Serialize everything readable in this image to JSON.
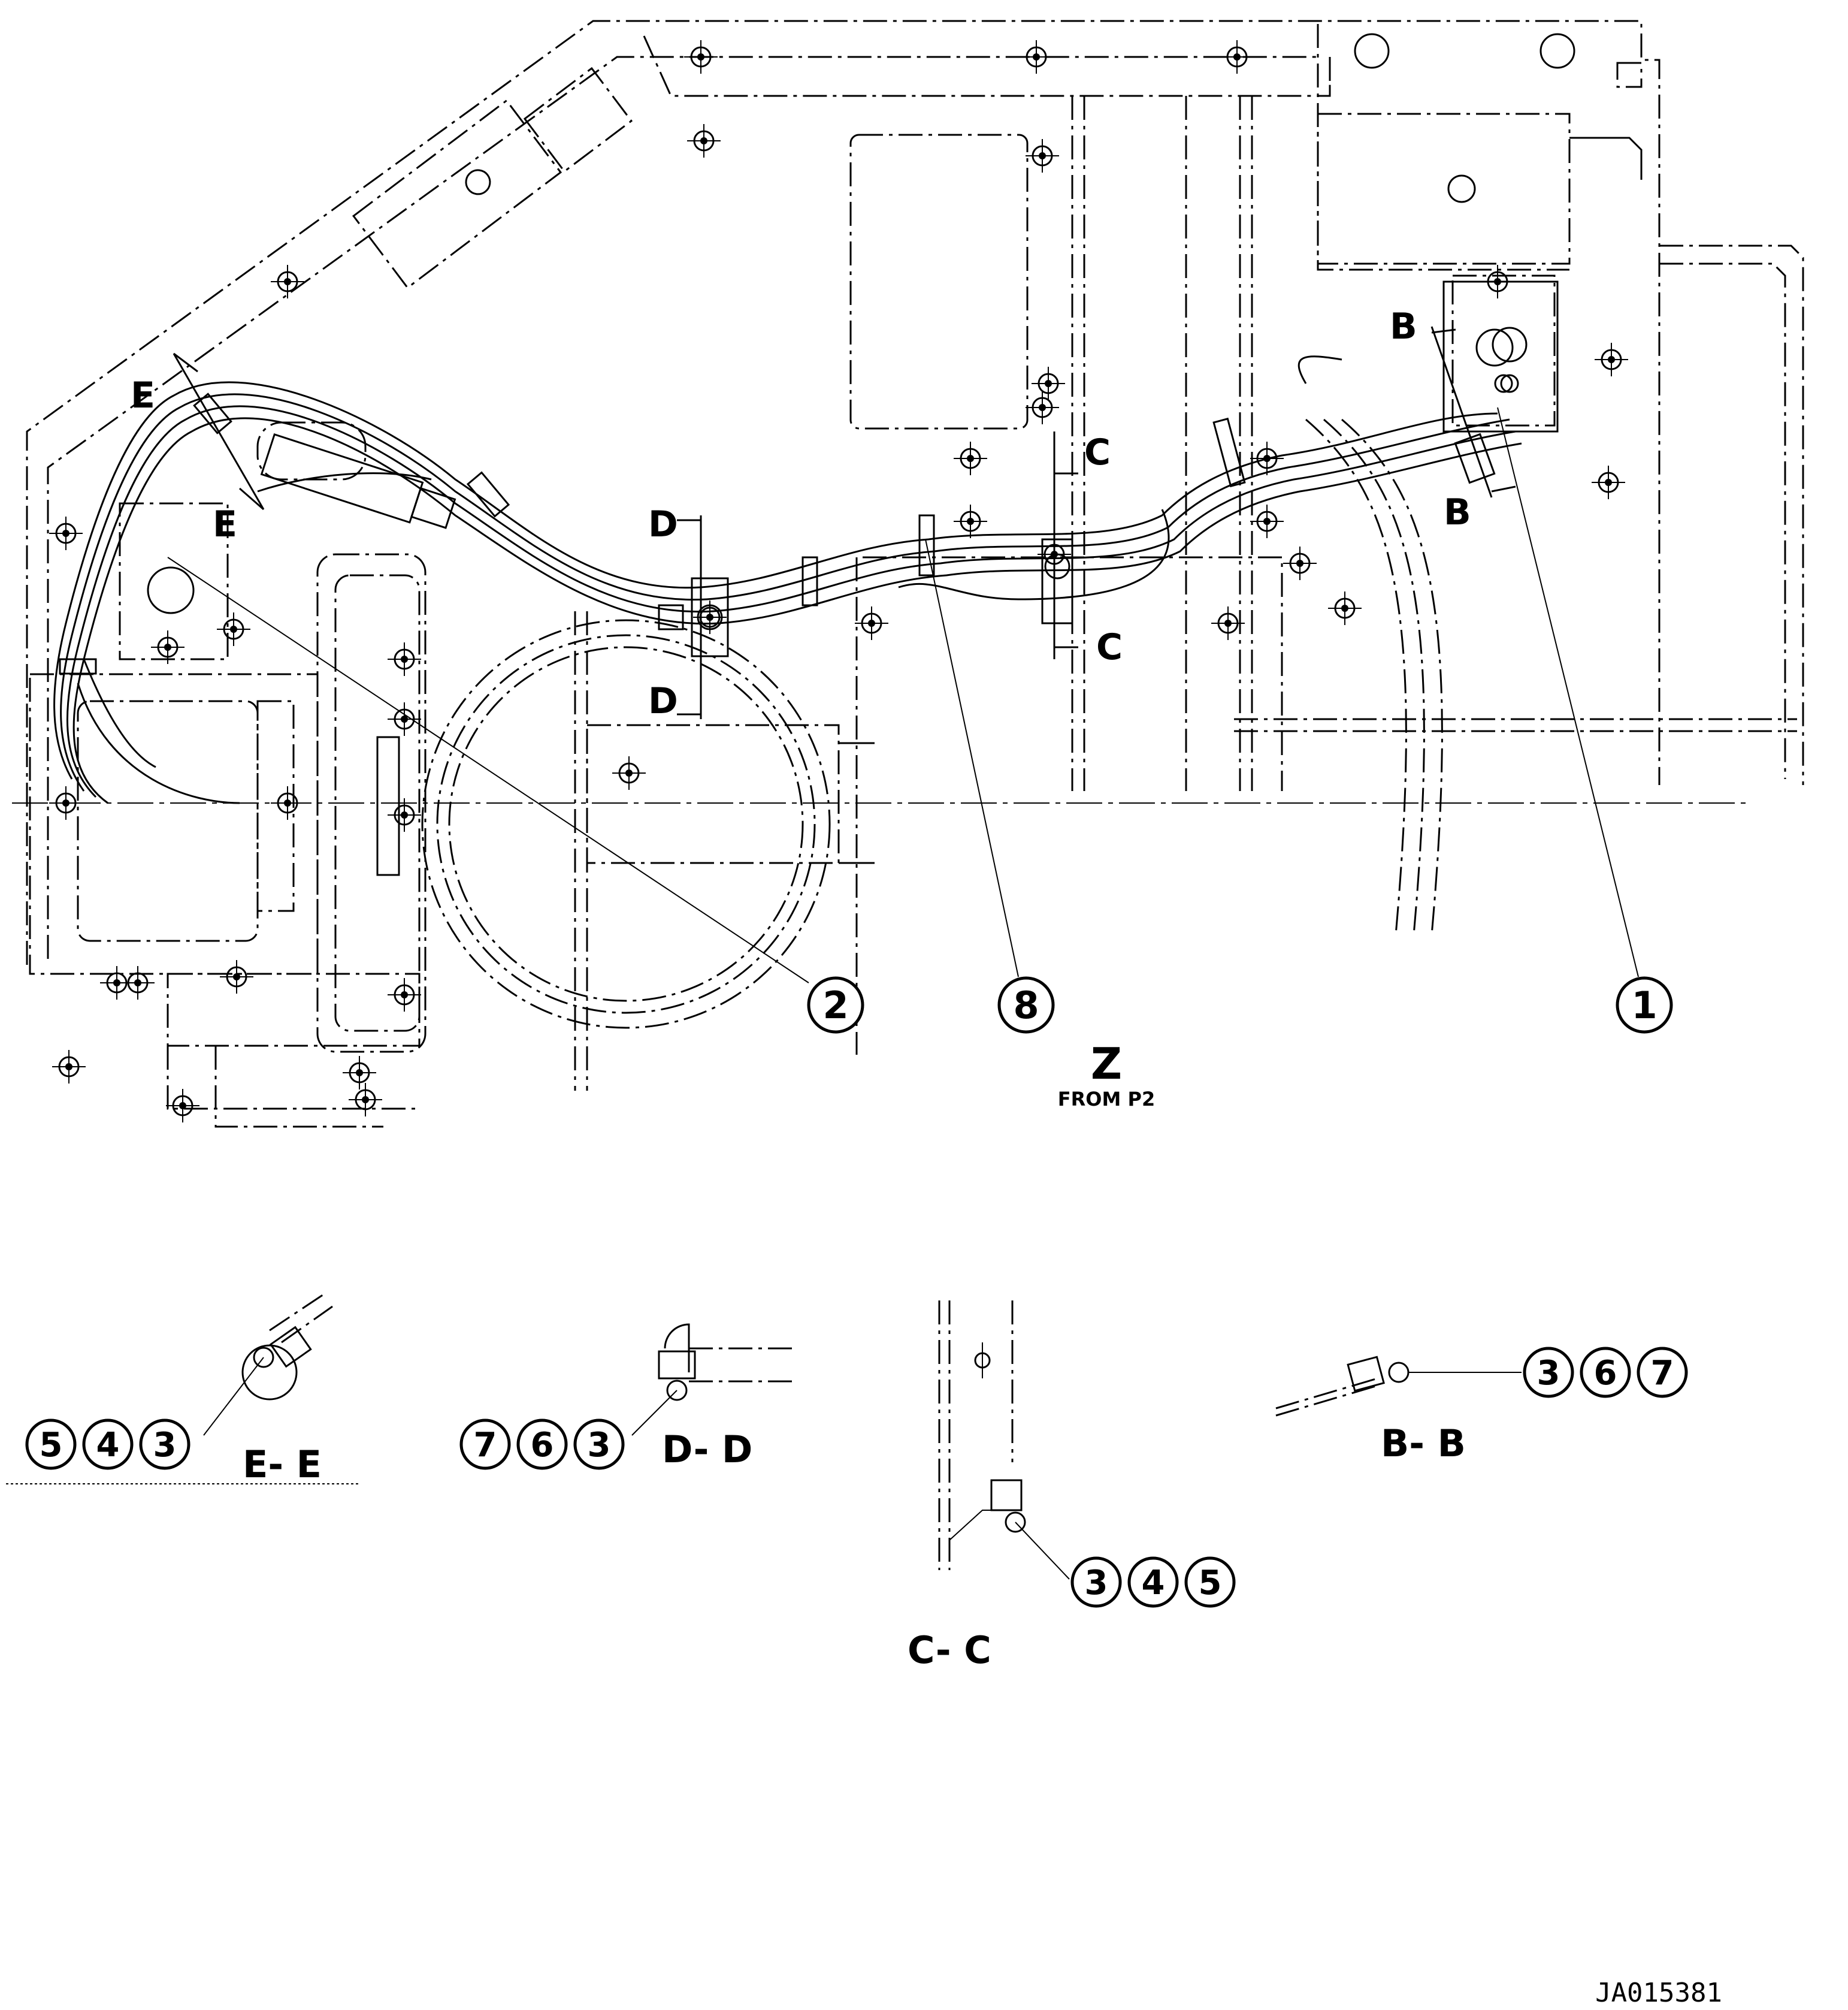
{
  "view": {
    "label": "Z",
    "sublabel": "FROM P2"
  },
  "callouts": [
    {
      "id": "callout-1",
      "num": "1"
    },
    {
      "id": "callout-2",
      "num": "2"
    },
    {
      "id": "callout-8",
      "num": "8"
    }
  ],
  "section_markers": {
    "B": "B",
    "C": "C",
    "D": "D",
    "E": "E"
  },
  "sections": [
    {
      "id": "section-e-e",
      "title": "E- E",
      "parts": [
        "5",
        "4",
        "3"
      ]
    },
    {
      "id": "section-d-d",
      "title": "D- D",
      "parts": [
        "7",
        "6",
        "3"
      ]
    },
    {
      "id": "section-c-c",
      "title": "C- C",
      "parts": [
        "3",
        "4",
        "5"
      ]
    },
    {
      "id": "section-b-b",
      "title": "B- B",
      "parts": [
        "3",
        "6",
        "7"
      ]
    }
  ],
  "drawing_code": "JA015381"
}
